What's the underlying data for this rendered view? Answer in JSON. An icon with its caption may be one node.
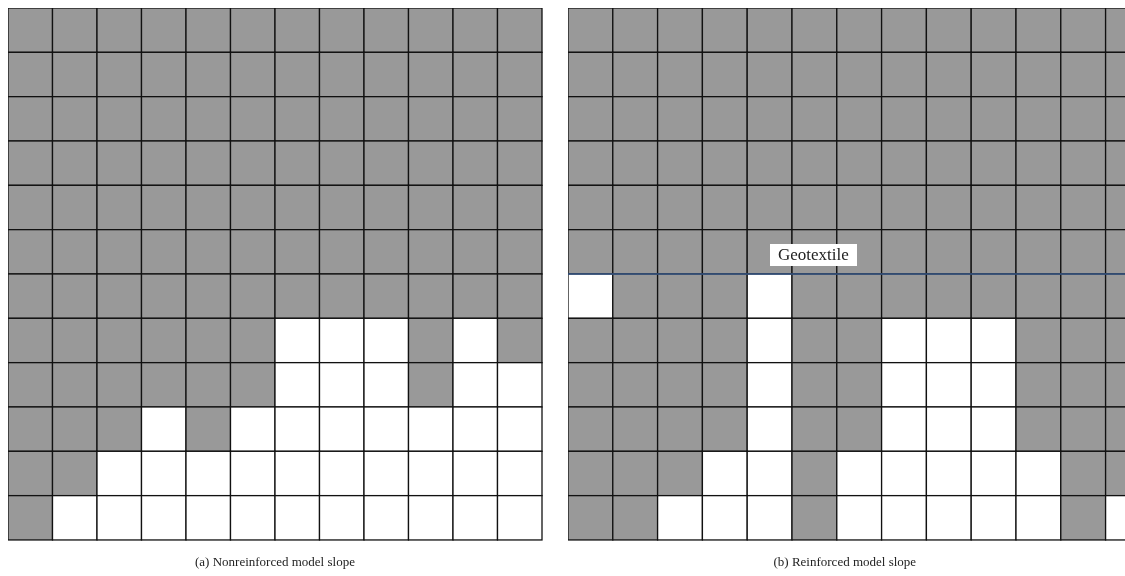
{
  "diagram": {
    "labels": [
      "Geotextile",
      "(a) Nonreinforced model slope",
      "(b) Reinforced model slope"
    ]
  }
}
